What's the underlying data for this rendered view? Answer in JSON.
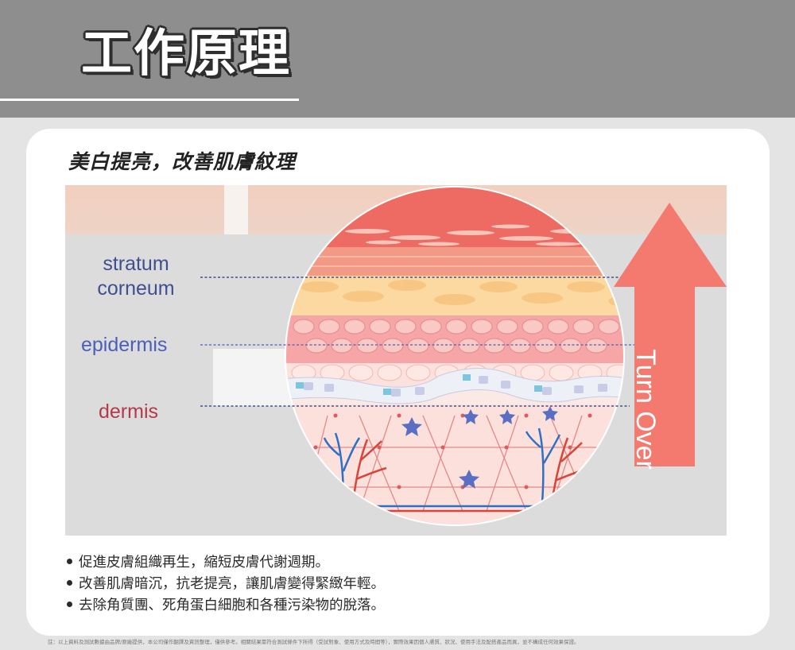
{
  "header": {
    "title": "工作原理"
  },
  "subtitle": "美白提亮，改善肌膚紋理",
  "diagram": {
    "labels": {
      "stratum_corneum_line1": "stratum",
      "stratum_corneum_line2": "corneum",
      "epidermis": "epidermis",
      "dermis": "dermis"
    },
    "arrow_text": "Turn Over",
    "colors": {
      "arrow": "#f47a70",
      "epidermis_line": "#4a5fb8",
      "dermis_line": "#b43a4a"
    }
  },
  "bullets": [
    "促進皮膚組織再生，縮短皮膚代謝週期。",
    "改善肌膚暗沉，抗老提亮，讓肌膚變得緊緻年輕。",
    "去除角質團、死角蛋白細胞和各種污染物的脫落。"
  ],
  "footnote": "註：以上資料及測試數據由品牌/原廠提供，本公司僅作翻譯及資訊整理，僅供參考。相關結果需符合測試條件下所得（受試對象、使用方式及時間等），實際效果因個人膚質、狀況、使用手法及配搭產品而異，並不構成任何效果保證。"
}
